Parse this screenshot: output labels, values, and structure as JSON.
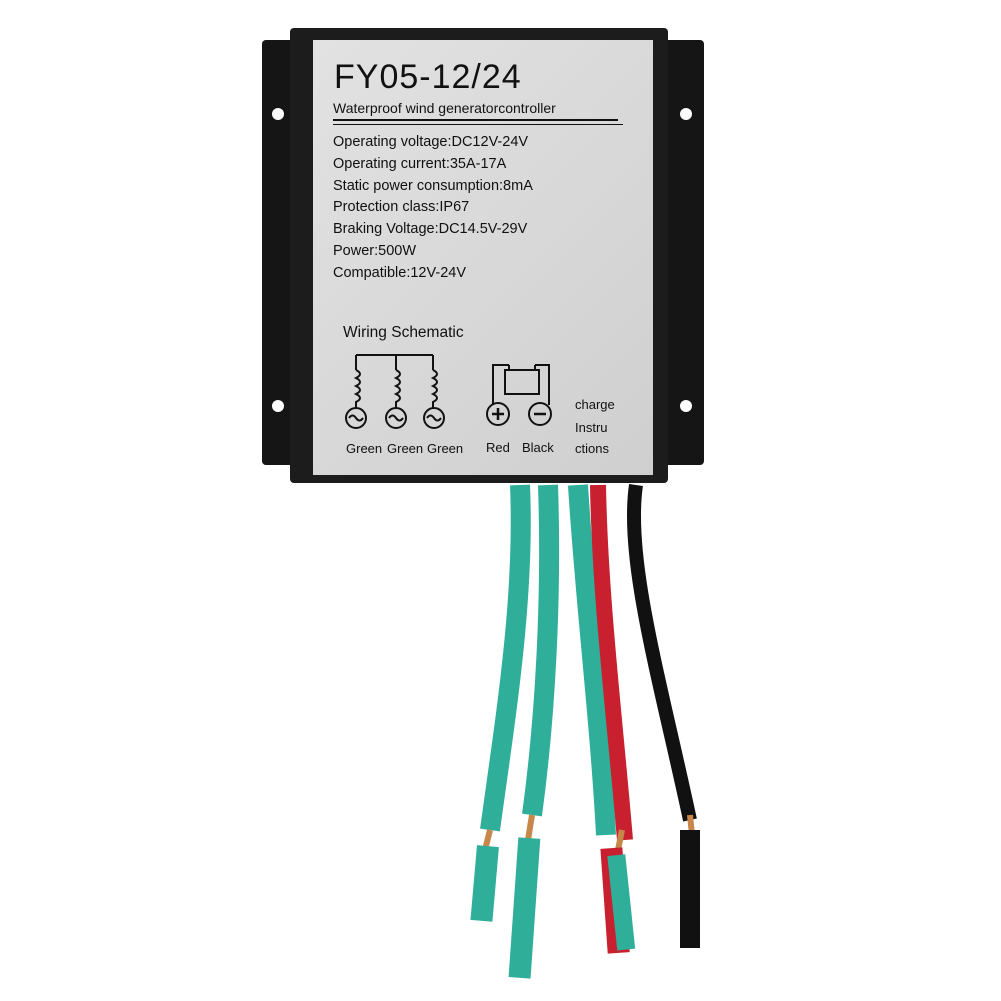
{
  "product": {
    "model": "FY05-12/24",
    "subtitle": "Waterproof wind generatorcontroller",
    "specs": [
      "Operating voltage:DC12V-24V",
      "Operating current:35A-17A",
      "Static power consumption:8mA",
      "Protection class:IP67",
      "Braking Voltage:DC14.5V-29V",
      "Power:500W",
      "Compatible:12V-24V"
    ],
    "wiring": {
      "title": "Wiring Schematic",
      "generator_labels": [
        "Green",
        "Green",
        "Green"
      ],
      "battery_labels": [
        "Red",
        "Black"
      ],
      "charge_lines": [
        "charge",
        "Instru",
        "ctions"
      ]
    }
  },
  "colors": {
    "housing": "#151515",
    "label": "#d8d8d8",
    "green_wire": "#2fae9a",
    "red_wire": "#c8202e",
    "black_wire": "#111111",
    "copper": "#c8874a"
  }
}
